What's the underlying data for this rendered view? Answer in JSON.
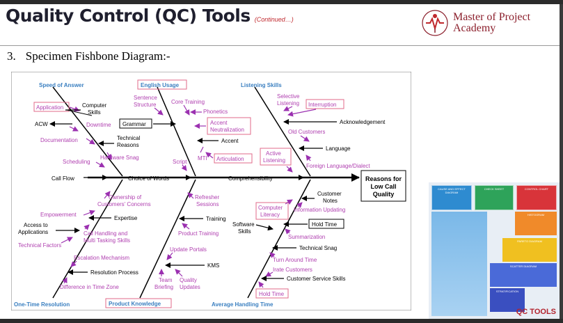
{
  "header": {
    "title": "Quality Control (QC) Tools",
    "subtitle": "(Continued…)",
    "logo_line1": "Master of Project",
    "logo_line2": "Academy",
    "brand_color": "#8b1e2b"
  },
  "section": {
    "number": "3.",
    "heading": "Specimen Fishbone Diagram:-"
  },
  "diagram": {
    "effect": [
      "Reasons for",
      "Low Call",
      "Quality"
    ],
    "categories": {
      "speed": "Speed of Answer",
      "english": "English Usage",
      "listening": "Listening Skills",
      "onetime": "One-Time Resolution",
      "product": "Product Knowledge",
      "aht": "Average Handling Time"
    },
    "labels": {
      "application": "Application",
      "computer_skills_1": "Computer",
      "computer_skills_2": "Skills",
      "acw": "ACW",
      "downtime": "Downtime",
      "documentation": "Documentation",
      "technical_reasons_1": "Technical",
      "technical_reasons_2": "Reasons",
      "scheduling": "Scheduling",
      "hardware_snag": "Hardware Snag",
      "call_flow": "Call Flow",
      "sentence_1": "Sentence",
      "sentence_2": "Structure",
      "core_training": "Core Training",
      "phonetics": "Phonetics",
      "grammar": "Grammar",
      "accent_neutral_1": "Accent",
      "accent_neutral_2": "Neutralization",
      "accent": "Accent",
      "mti": "MTI",
      "articulation": "Articulation",
      "script": "Script",
      "choice_of_words": "Choice of Words",
      "selective_1": "Selective",
      "selective_2": "Listening",
      "interruption": "Interruption",
      "acknowledgement": "Acknowledgement",
      "old_customers": "Old Customers",
      "language": "Language",
      "active_1": "Active",
      "active_2": "Listening",
      "foreign_language": "Foreign Language/Dialect",
      "comprehensibility": "Comprehensibility",
      "ownership_1": "Ownership of",
      "ownership_2": "Customers' Concerns",
      "empowerment": "Empowerment",
      "expertise": "Expertise",
      "access_1": "Access to",
      "access_2": "Applications",
      "call_handling_1": "Call Handling and",
      "call_handling_2": "Multi Tasking Skills",
      "technical_factors": "Technical Factors",
      "escalation": "Escalation Mechanism",
      "resolution_process": "Resolution Process",
      "diff_time_zone": "Difference in Time Zone",
      "refresher_1": "Refresher",
      "refresher_2": "Sessions",
      "training": "Training",
      "product_training": "Product Training",
      "update_portals": "Update Portals",
      "kms": "KMS",
      "team_briefing_1": "Team",
      "team_briefing_2": "Briefing",
      "quality_updates_1": "Quality",
      "quality_updates_2": "Updates",
      "customer_notes_1": "Customer",
      "customer_notes_2": "Notes",
      "computer_literacy_1": "Computer",
      "computer_literacy_2": "Literacy",
      "information_updating": "Information Updating",
      "software_skills_1": "Software",
      "software_skills_2": "Skills",
      "hold_time_1": "Hold Time",
      "summarization": "Summarization",
      "technical_snag": "Technical Snag",
      "turn_around_time": "Turn Around Time",
      "irate_customers": "Irate Customers",
      "customer_service_skills": "Customer Service Skills",
      "hold_time_2": "Hold Time"
    },
    "colors": {
      "category": "#3a7fc0",
      "cause": "#b040b0",
      "box": "#e06a8a",
      "arrow_black": "#000000",
      "arrow_purple": "#9b30b0"
    }
  },
  "qc_panel": {
    "title": "QC TOOLS",
    "cards": [
      "CAUSE AND EFFECT DIAGRAM",
      "CHECK SHEET",
      "CONTROL CHART"
    ],
    "steps": [
      "HISTOGRAM",
      "PARETO DIAGRAM",
      "SCATTER DIAGRAM",
      "STRATIFICATION"
    ]
  }
}
